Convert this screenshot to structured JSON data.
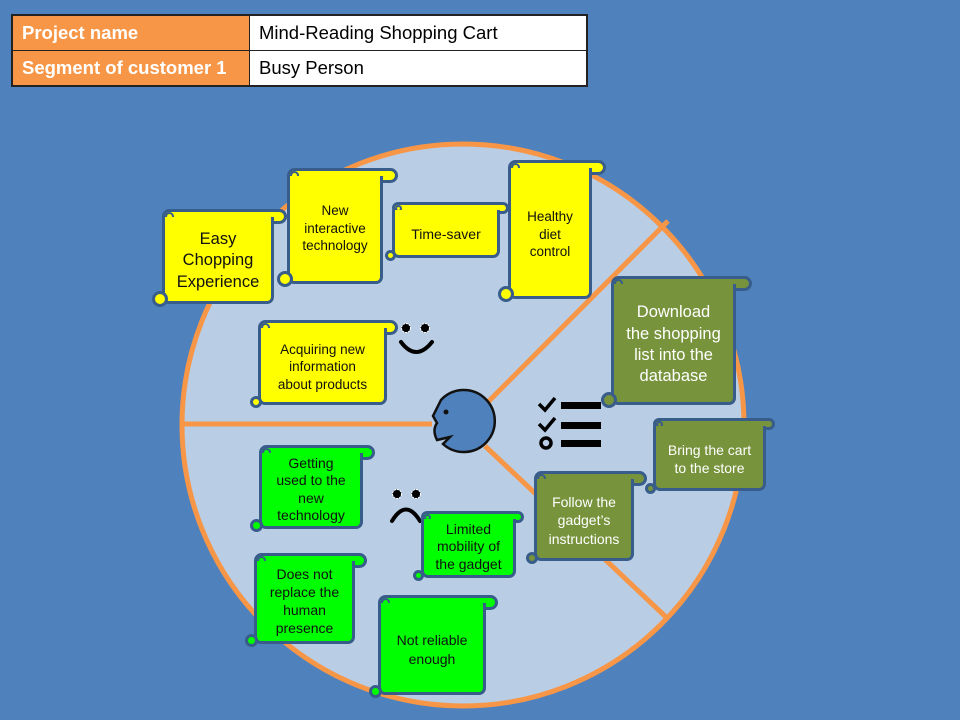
{
  "header": {
    "rows": [
      {
        "label": "Project name",
        "value": "Mind-Reading Shopping Cart"
      },
      {
        "label": "Segment of customer 1",
        "value": "Busy Person"
      }
    ]
  },
  "diagram": {
    "colors": {
      "background": "#4f81bd",
      "circle_fill": "#b9cde5",
      "circle_stroke": "#f79646",
      "positive_note": "#ffff00",
      "negative_note": "#00ff00",
      "action_note": "#77933c",
      "note_border": "#385d8a"
    },
    "positives": [
      {
        "text": "Easy\nChopping\nExperience"
      },
      {
        "text": "New\ninteractive\ntechnology"
      },
      {
        "text": "Time-saver"
      },
      {
        "text": "Healthy\ndiet\ncontrol"
      },
      {
        "text": "Acquiring new\ninformation\nabout products"
      }
    ],
    "negatives": [
      {
        "text": "Getting\nused to the\nnew\ntechnology"
      },
      {
        "text": "Limited\nmobility of\nthe gadget"
      },
      {
        "text": "Does not\nreplace the\nhuman\npresence"
      },
      {
        "text": "Not reliable\nenough"
      }
    ],
    "actions": [
      {
        "text": "Download\nthe shopping\nlist into the\ndatabase"
      },
      {
        "text": "Bring the cart\nto the store"
      },
      {
        "text": "Follow the\ngadget’s\ninstructions"
      }
    ],
    "icons": {
      "happy": "smiley-face-icon",
      "sad": "frowning-face-icon",
      "center": "person-head-icon",
      "checklist": "checklist-icon"
    }
  }
}
